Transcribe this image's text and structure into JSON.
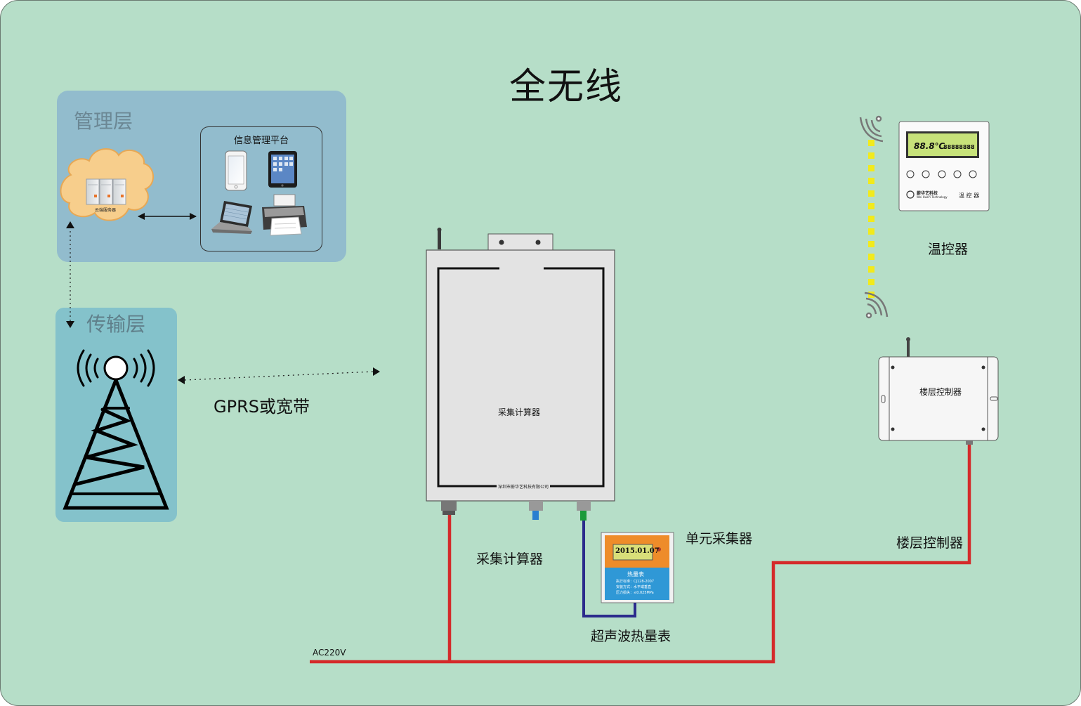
{
  "title": "全无线",
  "management_layer": {
    "label": "管理层",
    "cloud_label": "云端服务器",
    "platform_title": "信息管理平台"
  },
  "transport_layer": {
    "label": "传输层"
  },
  "link_label": "GPRS或宽带",
  "collector": {
    "panel_label": "采集计算器",
    "company": "深圳市蔚华艺科技有限公司",
    "caption": "采集计算器"
  },
  "unit_collector_label": "单元采集器",
  "heat_meter": {
    "display": "2015.01.07",
    "name": "热量表",
    "spec1": "执行标准：CJ128-2007",
    "spec2": "安装方式：水平或垂直",
    "spec3": "压力损失：≤0.025MPa",
    "caption": "超声波热量表"
  },
  "thermostat": {
    "temp_display": "88.8℃",
    "digits_display": "88888888",
    "brand": "蔚华艺科技",
    "brand_en": "Wei HuaYi Technology",
    "device_name": "温 控 器",
    "caption": "温控器"
  },
  "floor_controller": {
    "panel_label": "楼层控制器",
    "caption": "楼层控制器"
  },
  "power_label": "AC220V",
  "colors": {
    "background": "#b6dec8",
    "management_layer": "#92bccd",
    "transport_layer": "#84c2cb",
    "power_line": "#d42a2a",
    "signal_line": "#2b2b8c",
    "wireless_dots": "#f2ea1c"
  }
}
